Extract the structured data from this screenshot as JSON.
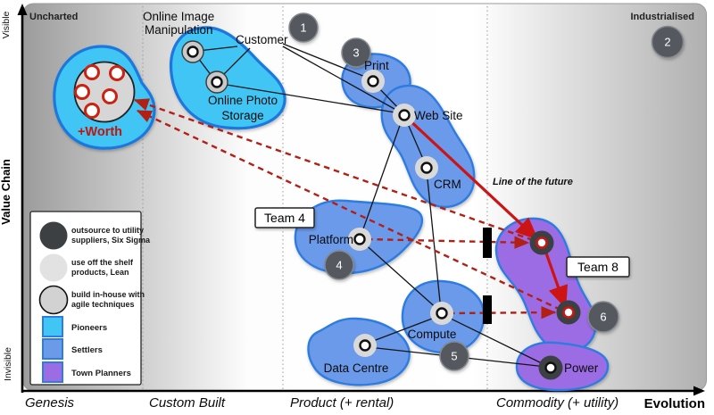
{
  "map": {
    "corner_top_left": "Uncharted",
    "corner_top_right": "Industrialised",
    "y_axis": {
      "title": "Value Chain",
      "top": "Visible",
      "bottom": "Invisible"
    },
    "x_axis": {
      "title": "Evolution",
      "stages": [
        "Genesis",
        "Custom Built",
        "Product (+ rental)",
        "Commodity (+ utility)"
      ]
    },
    "annotations": {
      "line_of_the_future": "Line of the future"
    }
  },
  "nodes": {
    "worth": "+Worth",
    "online_image_manipulation": [
      "Online Image",
      "Manipulation"
    ],
    "online_photo_storage": [
      "Online Photo",
      "Storage"
    ],
    "customer": "Customer",
    "print": "Print",
    "web_site": "Web Site",
    "crm": "CRM",
    "platform": "Platform",
    "compute": "Compute",
    "data_centre": "Data Centre",
    "power": "Power"
  },
  "teams": {
    "team4": "Team 4",
    "team8": "Team 8"
  },
  "badges": [
    "1",
    "2",
    "3",
    "4",
    "5",
    "6"
  ],
  "legend": {
    "items": [
      {
        "type": "circle-dark",
        "label": [
          "outsource to utility",
          "suppliers, Six Sigma"
        ]
      },
      {
        "type": "circle-light",
        "label": [
          "use off the shelf",
          "products, Lean"
        ]
      },
      {
        "type": "circle-outlined",
        "label": [
          "build in-house with",
          "agile techniques"
        ]
      },
      {
        "type": "square-pioneers",
        "label": "Pioneers"
      },
      {
        "type": "square-settlers",
        "label": "Settlers"
      },
      {
        "type": "square-town-planners",
        "label": "Town Planners"
      }
    ]
  },
  "colors": {
    "pioneers": "#41c5f5",
    "settlers": "#6b9ae9",
    "town_planners": "#9b6ce4",
    "blob_border": "#2479e2",
    "red_solid": "#cc1414",
    "red_dashed": "#b22015",
    "badge": "#54595e",
    "dark_halo": "#3d4043",
    "light_halo": "#d9d9d9"
  }
}
